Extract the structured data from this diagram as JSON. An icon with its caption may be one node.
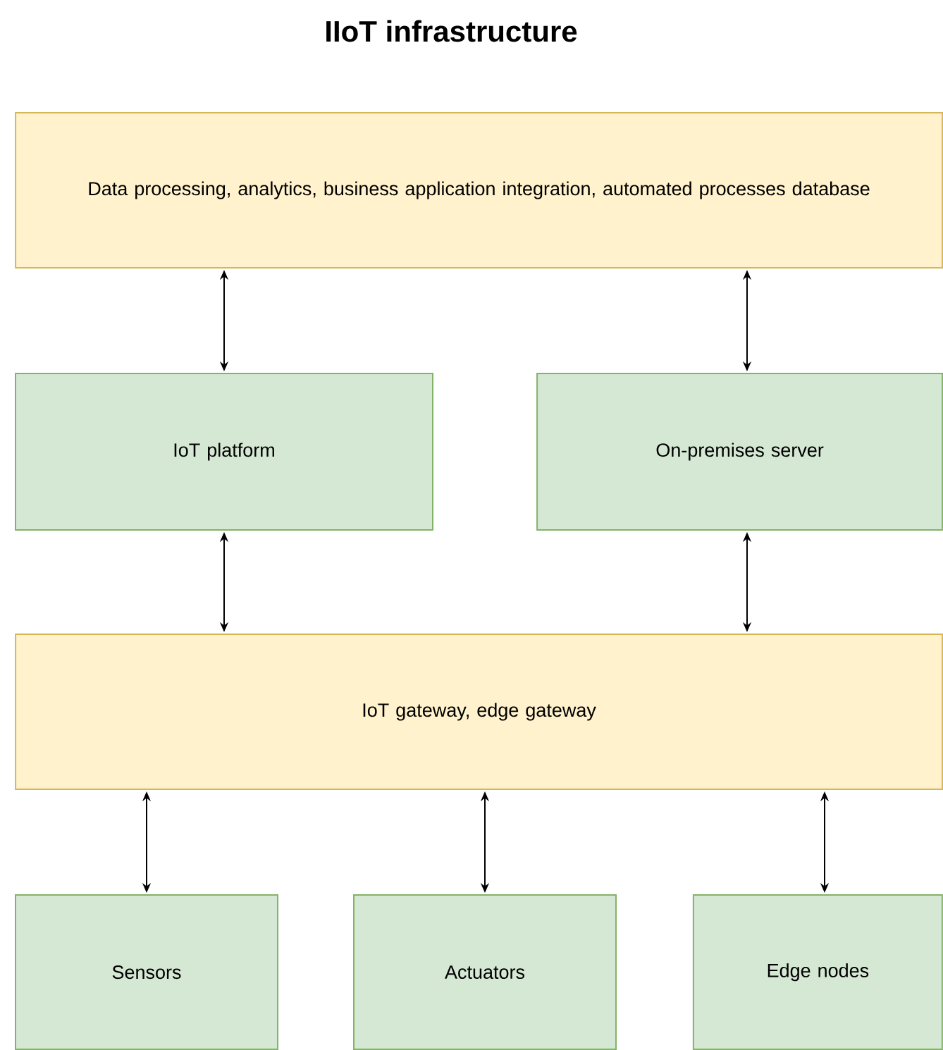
{
  "diagram": {
    "title": "IIoT infrastructure",
    "nodes": [
      {
        "text": [
          "Data processing, analytics, business application integration, automated processes database"
        ]
      },
      {
        "text": [
          "IoT platform"
        ]
      },
      {
        "text": [
          "On-premises server"
        ]
      },
      {
        "text": [
          "IoT gateway, edge gateway"
        ]
      },
      {
        "text": [
          "Sensors"
        ]
      },
      {
        "text": [
          "Actuators"
        ]
      },
      {
        "text": [
          "Edge nodes"
        ]
      }
    ],
    "edges": [
      {
        "from": 0,
        "to": 1,
        "arrow": "both"
      },
      {
        "from": 0,
        "to": 2,
        "arrow": "both"
      },
      {
        "from": 1,
        "to": 3,
        "arrow": "both"
      },
      {
        "from": 2,
        "to": 3,
        "arrow": "both"
      },
      {
        "from": 3,
        "to": 4,
        "arrow": "both"
      },
      {
        "from": 3,
        "to": 5,
        "arrow": "both"
      },
      {
        "from": 3,
        "to": 6,
        "arrow": "both"
      }
    ]
  }
}
